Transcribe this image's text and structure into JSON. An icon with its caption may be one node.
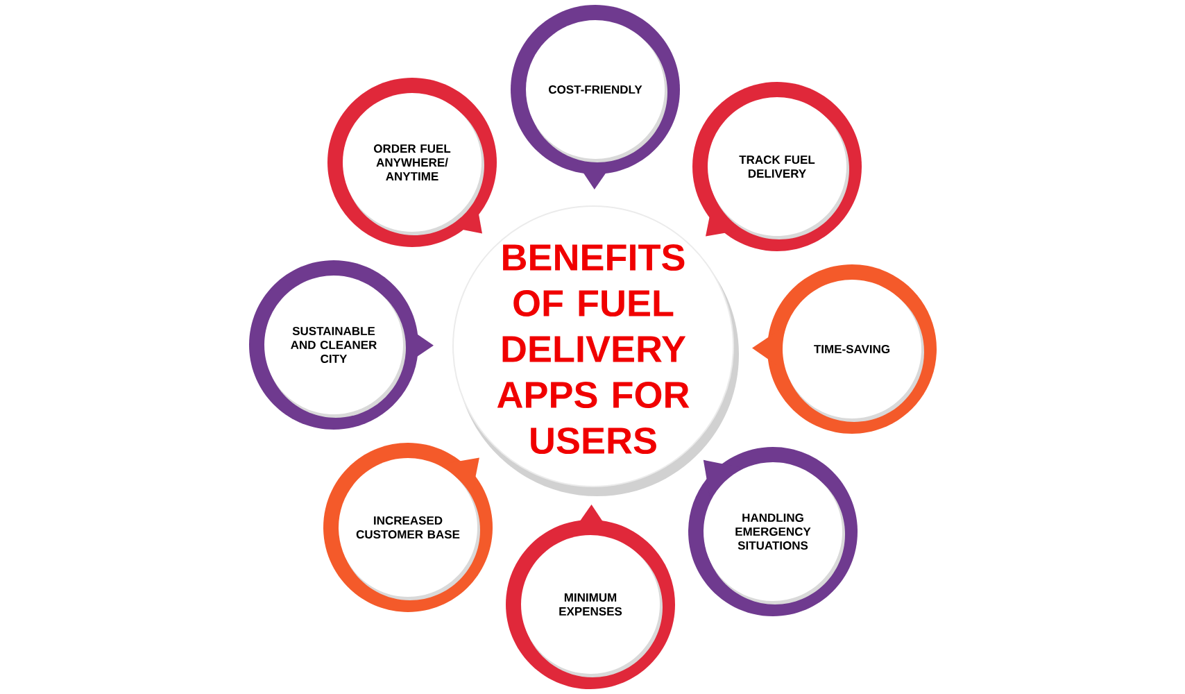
{
  "diagram": {
    "nodes": [
      {
        "text": [
          "BENEFITS OF FUEL DELIVERY APPS FOR USERS"
        ]
      },
      {
        "text": [
          "COST-FRIENDLY"
        ]
      },
      {
        "text": [
          "TRACK FUEL DELIVERY"
        ]
      },
      {
        "text": [
          "TIME-SAVING"
        ]
      },
      {
        "text": [
          "HANDLING EMERGENCY SITUATIONS"
        ]
      },
      {
        "text": [
          "MINIMUM EXPENSES"
        ]
      },
      {
        "text": [
          "INCREASED CUSTOMER BASE"
        ]
      },
      {
        "text": [
          "SUSTAINABLE AND CLEANER CITY"
        ]
      },
      {
        "text": [
          "ORDER FUEL ANYWHERE/ ANYTIME"
        ]
      }
    ]
  }
}
